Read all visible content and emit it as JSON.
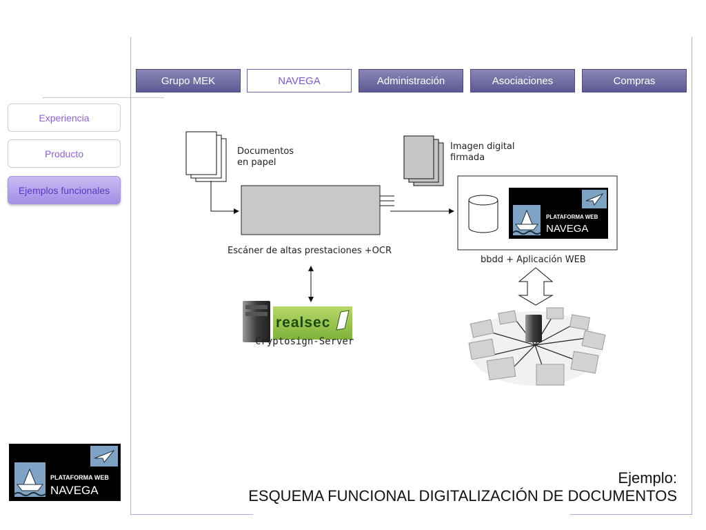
{
  "tabs": [
    {
      "label": "Grupo MEK"
    },
    {
      "label": "NAVEGA"
    },
    {
      "label": "Administración"
    },
    {
      "label": "Asociaciones"
    },
    {
      "label": "Compras"
    }
  ],
  "sidebar": [
    {
      "label": "Experiencia"
    },
    {
      "label": "Producto"
    },
    {
      "label": "Ejemplos funcionales"
    }
  ],
  "diagram": {
    "paper_docs": "Documentos\nen papel",
    "digital_image": "Imagen digital\nfirmada",
    "scanner": "Escáner de altas prestaciones +OCR",
    "db_app": "bbdd + Aplicación WEB",
    "crypto": "Cryptosign-Server",
    "realsec_logo": "realsec"
  },
  "logo": {
    "line1": "PLATAFORMA WEB",
    "line2": "NAVEGA"
  },
  "caption": {
    "line1": "Ejemplo:",
    "line2": "ESQUEMA FUNCIONAL DIGITALIZACIÓN DE DOCUMENTOS"
  },
  "colors": {
    "tab_bg": "#5c5a94",
    "accent": "#8a62d8",
    "frame": "#b7a7dc"
  }
}
